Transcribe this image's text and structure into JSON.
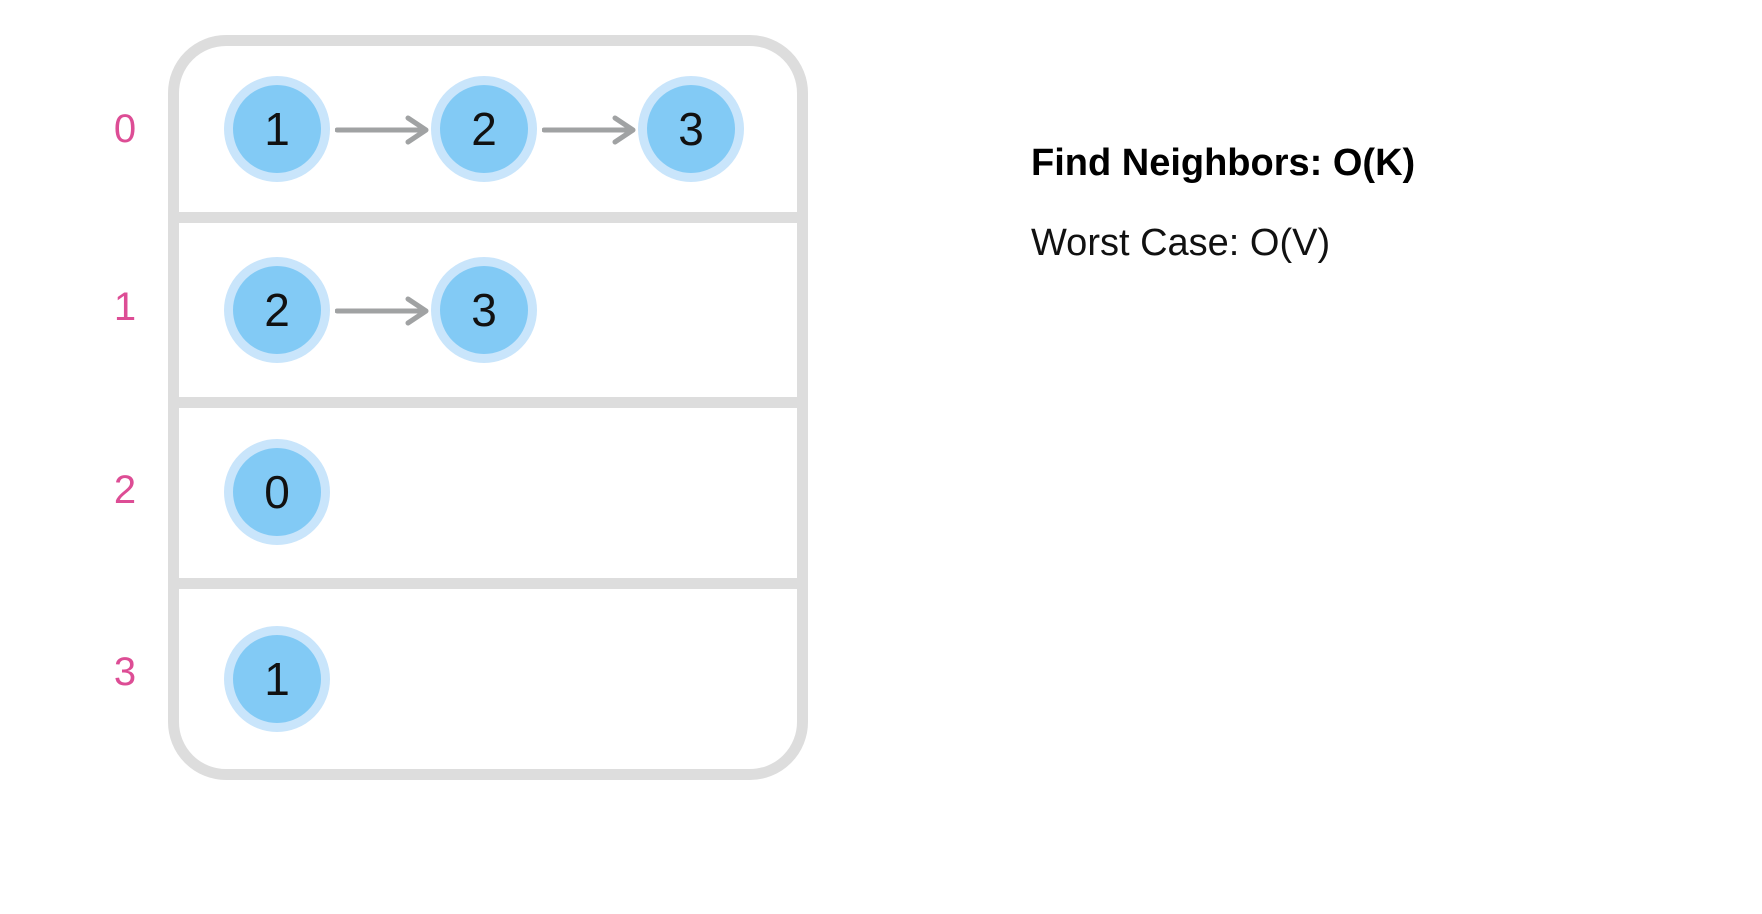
{
  "colors": {
    "frame": "#dddddd",
    "index_label": "#dd4d95",
    "node_fill": "#82caf5",
    "node_ring": "#c9e5fb",
    "arrow": "#a0a2a3"
  },
  "adjacency_list": [
    {
      "index": "0",
      "neighbors": [
        "1",
        "2",
        "3"
      ]
    },
    {
      "index": "1",
      "neighbors": [
        "2",
        "3"
      ]
    },
    {
      "index": "2",
      "neighbors": [
        "0"
      ]
    },
    {
      "index": "3",
      "neighbors": [
        "1"
      ]
    }
  ],
  "complexity": {
    "title": "Find Neighbors: O(K)",
    "subtitle": "Worst Case: O(V)"
  }
}
